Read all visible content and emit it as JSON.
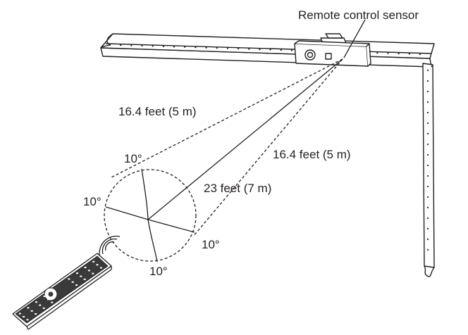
{
  "diagram": {
    "labels": {
      "sensor": "Remote control sensor",
      "left_distance": "16.4 feet (5 m)",
      "right_distance": "16.4 feet (5 m)",
      "center_distance": "23 feet (7 m)",
      "angle_top": "10°",
      "angle_left": "10°",
      "angle_right": "10°",
      "angle_bottom": "10°"
    },
    "icons": {
      "device": "sensor-bar-icon",
      "remote": "remote-control-icon",
      "signal": "signal-waves-icon"
    },
    "colors": {
      "line": "#231f20",
      "fill": "#ffffff",
      "remote_body": "#3a3a3a"
    }
  }
}
